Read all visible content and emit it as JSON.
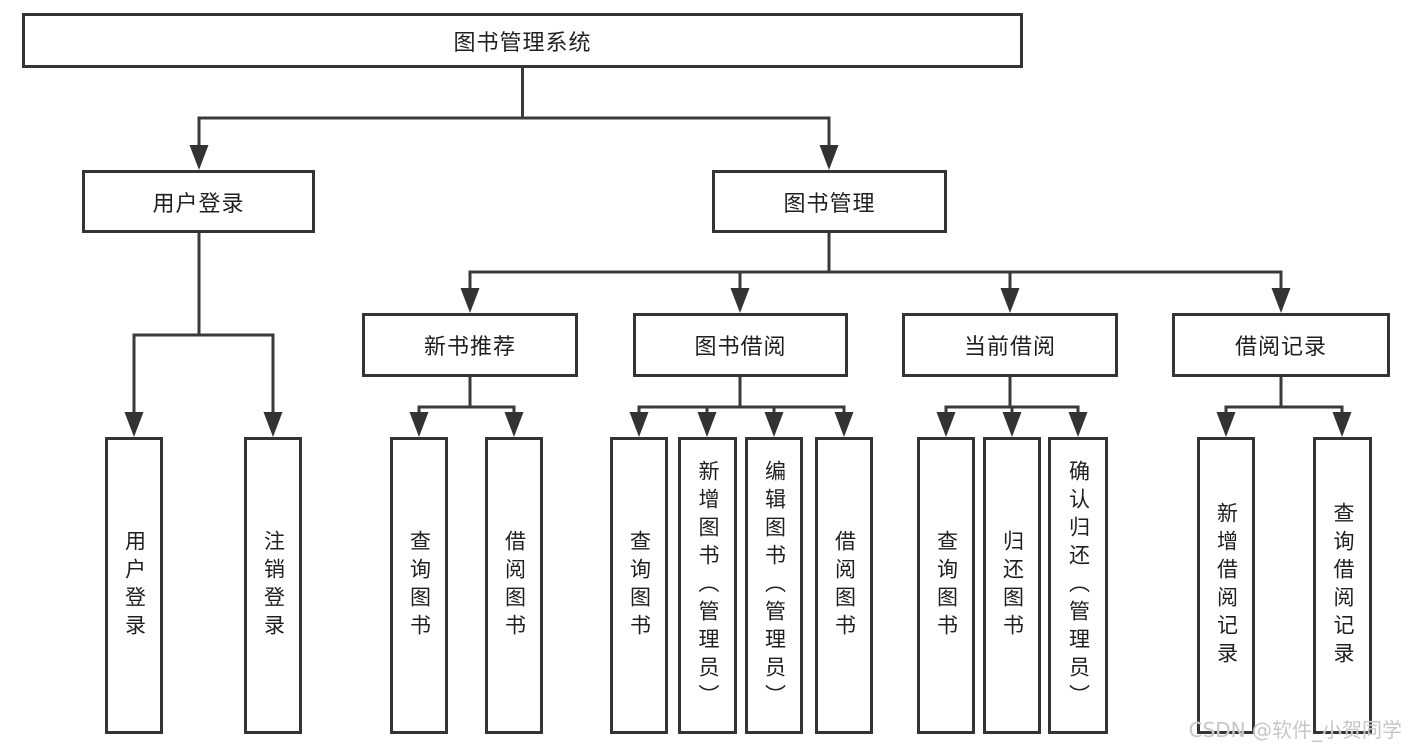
{
  "diagram": {
    "root": {
      "label": "图书管理系统"
    },
    "branches": [
      {
        "label": "用户登录",
        "children": [
          {
            "label": "用户登录"
          },
          {
            "label": "注销登录"
          }
        ]
      },
      {
        "label": "图书管理",
        "children": [
          {
            "label": "新书推荐",
            "children": [
              {
                "label": "查询图书"
              },
              {
                "label": "借阅图书"
              }
            ]
          },
          {
            "label": "图书借阅",
            "children": [
              {
                "label": "查询图书"
              },
              {
                "label": "新增图书（管理员）"
              },
              {
                "label": "编辑图书（管理员）"
              },
              {
                "label": "借阅图书"
              }
            ]
          },
          {
            "label": "当前借阅",
            "children": [
              {
                "label": "查询图书"
              },
              {
                "label": "归还图书"
              },
              {
                "label": "确认归还（管理员）"
              }
            ]
          },
          {
            "label": "借阅记录",
            "children": [
              {
                "label": "新增借阅记录"
              },
              {
                "label": "查询借阅记录"
              }
            ]
          }
        ]
      }
    ]
  },
  "watermark": {
    "text": "CSDN @软件_小贺同学"
  },
  "colors": {
    "line": "#3a3a3a",
    "arrow": "#333333",
    "box_border": "#343434",
    "text": "#1f1f1f",
    "background": "#ffffff",
    "watermark": "#c7c7c7"
  }
}
